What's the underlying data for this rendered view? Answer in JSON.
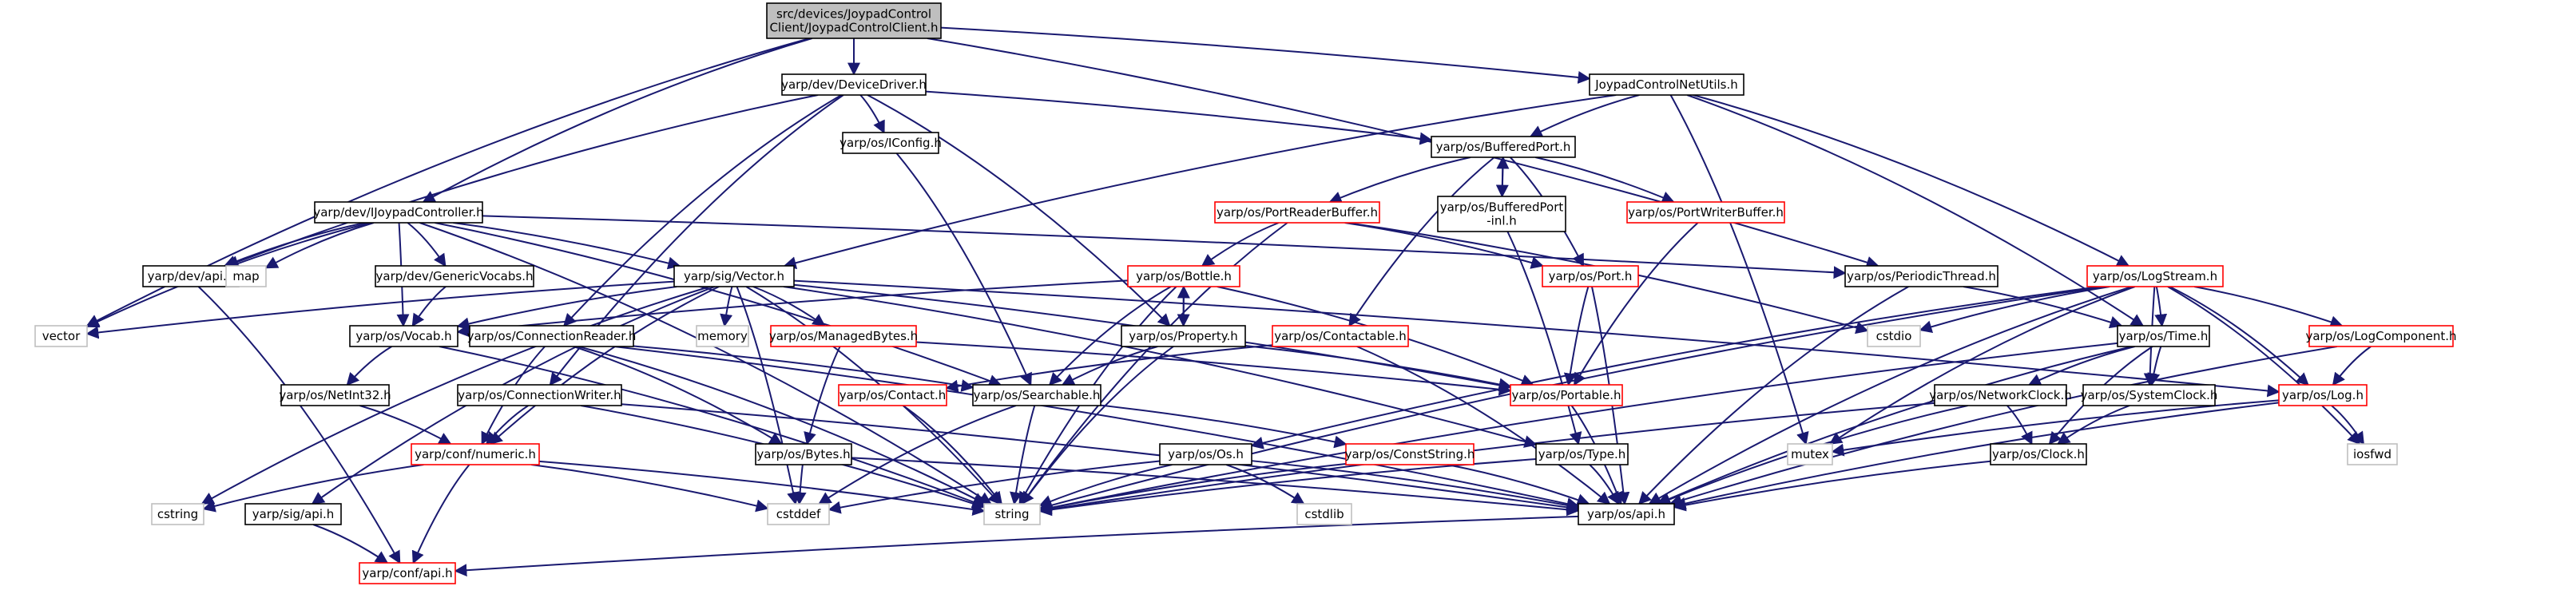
{
  "colors": {
    "root_fill": "#bfbfbf",
    "doc_border": "#000000",
    "undoc_border": "#ff0000",
    "external_border": "#bfbfbf",
    "edge_blue": "#191970",
    "edge_red": "#8b1a1a"
  },
  "nodes": {
    "root": {
      "lines": [
        "src/devices/JoypadControl",
        "Client/JoypadControlClient.h"
      ],
      "kind": "root"
    },
    "devicedriver": {
      "lines": [
        "yarp/dev/DeviceDriver.h"
      ],
      "kind": "doc"
    },
    "netutils": {
      "lines": [
        "JoypadControlNetUtils.h"
      ],
      "kind": "doc"
    },
    "ijoypad": {
      "lines": [
        "yarp/dev/IJoypadController.h"
      ],
      "kind": "doc"
    },
    "iconfig": {
      "lines": [
        "yarp/os/IConfig.h"
      ],
      "kind": "doc"
    },
    "bufferedport": {
      "lines": [
        "yarp/os/BufferedPort.h"
      ],
      "kind": "doc"
    },
    "portreaderbuffer": {
      "lines": [
        "yarp/os/PortReaderBuffer.h"
      ],
      "kind": "undoc"
    },
    "bufferedportinl": {
      "lines": [
        "yarp/os/BufferedPort",
        "-inl.h"
      ],
      "kind": "doc"
    },
    "portwriterbuffer": {
      "lines": [
        "yarp/os/PortWriterBuffer.h"
      ],
      "kind": "undoc"
    },
    "devapi": {
      "lines": [
        "yarp/dev/api.h"
      ],
      "kind": "doc"
    },
    "map": {
      "lines": [
        "map"
      ],
      "kind": "external"
    },
    "genericvocabs": {
      "lines": [
        "yarp/dev/GenericVocabs.h"
      ],
      "kind": "doc"
    },
    "sigvector": {
      "lines": [
        "yarp/sig/Vector.h"
      ],
      "kind": "doc"
    },
    "bottle": {
      "lines": [
        "yarp/os/Bottle.h"
      ],
      "kind": "undoc"
    },
    "port": {
      "lines": [
        "yarp/os/Port.h"
      ],
      "kind": "undoc"
    },
    "periodicthread": {
      "lines": [
        "yarp/os/PeriodicThread.h"
      ],
      "kind": "doc"
    },
    "logstream": {
      "lines": [
        "yarp/os/LogStream.h"
      ],
      "kind": "undoc"
    },
    "vector": {
      "lines": [
        "vector"
      ],
      "kind": "external"
    },
    "vocab": {
      "lines": [
        "yarp/os/Vocab.h"
      ],
      "kind": "doc"
    },
    "memory": {
      "lines": [
        "memory"
      ],
      "kind": "external"
    },
    "connectionreader": {
      "lines": [
        "yarp/os/ConnectionReader.h"
      ],
      "kind": "doc"
    },
    "managedbytes": {
      "lines": [
        "yarp/os/ManagedBytes.h"
      ],
      "kind": "undoc"
    },
    "property": {
      "lines": [
        "yarp/os/Property.h"
      ],
      "kind": "doc"
    },
    "contactable": {
      "lines": [
        "yarp/os/Contactable.h"
      ],
      "kind": "undoc"
    },
    "cstdio": {
      "lines": [
        "cstdio"
      ],
      "kind": "external"
    },
    "time": {
      "lines": [
        "yarp/os/Time.h"
      ],
      "kind": "doc"
    },
    "logcomponent": {
      "lines": [
        "yarp/os/LogComponent.h"
      ],
      "kind": "undoc"
    },
    "netint32": {
      "lines": [
        "yarp/os/NetInt32.h"
      ],
      "kind": "doc"
    },
    "connectionwriter": {
      "lines": [
        "yarp/os/ConnectionWriter.h"
      ],
      "kind": "doc"
    },
    "contact": {
      "lines": [
        "yarp/os/Contact.h"
      ],
      "kind": "undoc"
    },
    "searchable": {
      "lines": [
        "yarp/os/Searchable.h"
      ],
      "kind": "doc"
    },
    "portable": {
      "lines": [
        "yarp/os/Portable.h"
      ],
      "kind": "undoc"
    },
    "networkclock": {
      "lines": [
        "yarp/os/NetworkClock.h"
      ],
      "kind": "doc"
    },
    "systemclock": {
      "lines": [
        "yarp/os/SystemClock.h"
      ],
      "kind": "doc"
    },
    "log": {
      "lines": [
        "yarp/os/Log.h"
      ],
      "kind": "undoc"
    },
    "confnumeric": {
      "lines": [
        "yarp/conf/numeric.h"
      ],
      "kind": "undoc"
    },
    "constring": {
      "lines": [
        "yarp/os/ConstString.h"
      ],
      "kind": "undoc"
    },
    "bytes": {
      "lines": [
        "yarp/os/Bytes.h"
      ],
      "kind": "doc"
    },
    "os": {
      "lines": [
        "yarp/os/Os.h"
      ],
      "kind": "doc"
    },
    "type": {
      "lines": [
        "yarp/os/Type.h"
      ],
      "kind": "doc"
    },
    "mutex": {
      "lines": [
        "mutex"
      ],
      "kind": "external"
    },
    "clock": {
      "lines": [
        "yarp/os/Clock.h"
      ],
      "kind": "doc"
    },
    "iosfwd": {
      "lines": [
        "iosfwd"
      ],
      "kind": "external"
    },
    "cstring": {
      "lines": [
        "cstring"
      ],
      "kind": "external"
    },
    "sigapi": {
      "lines": [
        "yarp/sig/api.h"
      ],
      "kind": "doc"
    },
    "cstddef": {
      "lines": [
        "cstddef"
      ],
      "kind": "external"
    },
    "string": {
      "lines": [
        "string"
      ],
      "kind": "external"
    },
    "cstdlib": {
      "lines": [
        "cstdlib"
      ],
      "kind": "external"
    },
    "osapi": {
      "lines": [
        "yarp/os/api.h"
      ],
      "kind": "doc"
    },
    "confapi": {
      "lines": [
        "yarp/conf/api.h"
      ],
      "kind": "undoc"
    }
  },
  "edges": [
    [
      "root",
      "devicedriver"
    ],
    [
      "root",
      "netutils"
    ],
    [
      "root",
      "ijoypad"
    ],
    [
      "root",
      "vector"
    ],
    [
      "root",
      "periodicthread"
    ],
    [
      "devicedriver",
      "iconfig"
    ],
    [
      "devicedriver",
      "bufferedport"
    ],
    [
      "devicedriver",
      "devapi"
    ],
    [
      "devicedriver",
      "property"
    ],
    [
      "devicedriver",
      "connectionreader"
    ],
    [
      "devicedriver",
      "connectionwriter"
    ],
    [
      "netutils",
      "bufferedport"
    ],
    [
      "netutils",
      "sigvector"
    ],
    [
      "netutils",
      "time"
    ],
    [
      "netutils",
      "logstream"
    ],
    [
      "netutils",
      "mutex"
    ],
    [
      "ijoypad",
      "devapi"
    ],
    [
      "ijoypad",
      "map"
    ],
    [
      "ijoypad",
      "genericvocabs"
    ],
    [
      "ijoypad",
      "sigvector"
    ],
    [
      "ijoypad",
      "vector"
    ],
    [
      "ijoypad",
      "vocab"
    ],
    [
      "ijoypad",
      "periodicthread"
    ],
    [
      "ijoypad",
      "searchable"
    ],
    [
      "ijoypad",
      "string"
    ],
    [
      "iconfig",
      "searchable"
    ],
    [
      "bufferedport",
      "portreaderbuffer"
    ],
    [
      "bufferedport",
      "bufferedportinl"
    ],
    [
      "bufferedport",
      "portwriterbuffer"
    ],
    [
      "bufferedport",
      "port"
    ],
    [
      "bufferedport",
      "contactable"
    ],
    [
      "bufferedportinl",
      "bufferedport"
    ],
    [
      "bufferedportinl",
      "type"
    ],
    [
      "portreaderbuffer",
      "bottle"
    ],
    [
      "portreaderbuffer",
      "port"
    ],
    [
      "portreaderbuffer",
      "string"
    ],
    [
      "portreaderbuffer",
      "cstdio"
    ],
    [
      "portwriterbuffer",
      "portable"
    ],
    [
      "genericvocabs",
      "vocab"
    ],
    [
      "devapi",
      "confapi"
    ],
    [
      "sigvector",
      "vector"
    ],
    [
      "sigvector",
      "memory"
    ],
    [
      "sigvector",
      "managedbytes"
    ],
    [
      "sigvector",
      "vocab"
    ],
    [
      "sigvector",
      "cstring"
    ],
    [
      "sigvector",
      "sigapi"
    ],
    [
      "sigvector",
      "string"
    ],
    [
      "sigvector",
      "cstddef"
    ],
    [
      "sigvector",
      "portable"
    ],
    [
      "sigvector",
      "log"
    ],
    [
      "sigvector",
      "type"
    ],
    [
      "sigvector",
      "confnumeric"
    ],
    [
      "bottle",
      "property"
    ],
    [
      "bottle",
      "searchable"
    ],
    [
      "bottle",
      "portable"
    ],
    [
      "bottle",
      "string"
    ],
    [
      "bottle",
      "vocab"
    ],
    [
      "property",
      "bottle"
    ],
    [
      "property",
      "searchable"
    ],
    [
      "property",
      "portable"
    ],
    [
      "property",
      "string"
    ],
    [
      "port",
      "portable"
    ],
    [
      "port",
      "osapi"
    ],
    [
      "periodicthread",
      "time"
    ],
    [
      "periodicthread",
      "osapi"
    ],
    [
      "logstream",
      "time"
    ],
    [
      "logstream",
      "log"
    ],
    [
      "logstream",
      "logcomponent"
    ],
    [
      "logstream",
      "systemclock"
    ],
    [
      "logstream",
      "cstdio"
    ],
    [
      "logstream",
      "iosfwd"
    ],
    [
      "logstream",
      "os"
    ],
    [
      "logstream",
      "string"
    ],
    [
      "logstream",
      "osapi"
    ],
    [
      "logstream",
      "mutex"
    ],
    [
      "vocab",
      "netint32"
    ],
    [
      "vocab",
      "string"
    ],
    [
      "netint32",
      "confnumeric"
    ],
    [
      "connectionreader",
      "confnumeric"
    ],
    [
      "connectionreader",
      "searchable"
    ],
    [
      "connectionreader",
      "bytes"
    ],
    [
      "connectionreader",
      "string"
    ],
    [
      "connectionreader",
      "osapi"
    ],
    [
      "connectionwriter",
      "confnumeric"
    ],
    [
      "connectionwriter",
      "string"
    ],
    [
      "connectionwriter",
      "osapi"
    ],
    [
      "managedbytes",
      "bytes"
    ],
    [
      "managedbytes",
      "portable"
    ],
    [
      "contactable",
      "contact"
    ],
    [
      "contactable",
      "osapi"
    ],
    [
      "contact",
      "string"
    ],
    [
      "searchable",
      "string"
    ],
    [
      "searchable",
      "cstddef"
    ],
    [
      "searchable",
      "constring"
    ],
    [
      "portable",
      "osapi"
    ],
    [
      "time",
      "networkclock"
    ],
    [
      "time",
      "systemclock"
    ],
    [
      "time",
      "clock"
    ],
    [
      "time",
      "string"
    ],
    [
      "time",
      "osapi"
    ],
    [
      "logcomponent",
      "log"
    ],
    [
      "logcomponent",
      "osapi"
    ],
    [
      "networkclock",
      "clock"
    ],
    [
      "networkclock",
      "osapi"
    ],
    [
      "networkclock",
      "string"
    ],
    [
      "systemclock",
      "clock"
    ],
    [
      "log",
      "mutex"
    ],
    [
      "log",
      "iosfwd"
    ],
    [
      "log",
      "osapi"
    ],
    [
      "confnumeric",
      "cstring"
    ],
    [
      "confnumeric",
      "cstddef"
    ],
    [
      "confnumeric",
      "confapi"
    ],
    [
      "confnumeric",
      "string"
    ],
    [
      "constring",
      "string"
    ],
    [
      "constring",
      "osapi"
    ],
    [
      "bytes",
      "cstddef"
    ],
    [
      "bytes",
      "osapi"
    ],
    [
      "os",
      "cstddef"
    ],
    [
      "os",
      "string"
    ],
    [
      "os",
      "cstdlib"
    ],
    [
      "os",
      "osapi"
    ],
    [
      "type",
      "string"
    ],
    [
      "type",
      "osapi"
    ],
    [
      "clock",
      "osapi"
    ],
    [
      "sigapi",
      "confapi"
    ],
    [
      "osapi",
      "confapi"
    ]
  ]
}
